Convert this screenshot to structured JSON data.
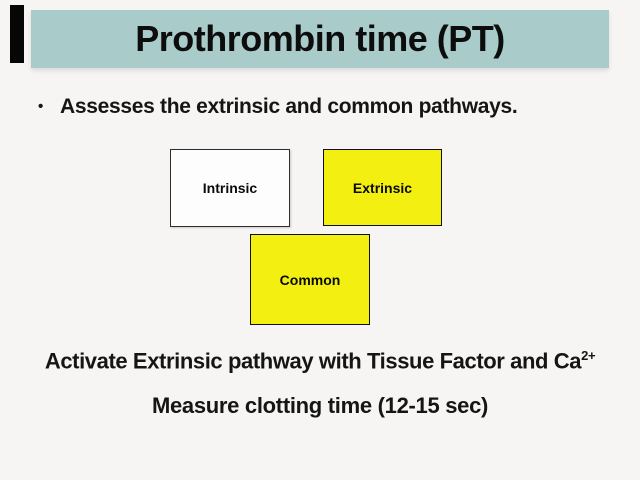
{
  "slide": {
    "title": "Prothrombin time (PT)",
    "bullet": {
      "marker": "•",
      "text": "Assesses the extrinsic and common pathways."
    },
    "diagram": {
      "boxes": [
        {
          "label": "Intrinsic",
          "fill": "white"
        },
        {
          "label": "Extrinsic",
          "fill": "yellow"
        },
        {
          "label": "Common",
          "fill": "yellow"
        }
      ]
    },
    "footer": {
      "line1_text": "Activate Extrinsic pathway with Tissue Factor and Ca",
      "line1_superscript": "2+",
      "line2": "Measure clotting time (12-15 sec)"
    },
    "colors": {
      "title_bar_bg": "#a9cccb",
      "box_yellow": "#f2ef11",
      "box_white": "#fdfdfd",
      "slide_bg": "#f6f5f3",
      "text": "#151515"
    }
  }
}
